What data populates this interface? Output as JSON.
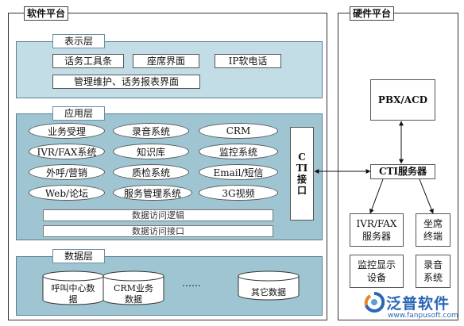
{
  "software_panel": {
    "title": "软件平台"
  },
  "hardware_panel": {
    "title": "硬件平台"
  },
  "presentation_layer": {
    "title": "表示层",
    "items": [
      "话务工具条",
      "座席界面",
      "IP软电话",
      "管理维护、话务报表界面"
    ]
  },
  "application_layer": {
    "title": "应用层",
    "modules": [
      "业务受理",
      "录音系统",
      "CRM",
      "IVR/FAX系统",
      "知识库",
      "监控系统",
      "外呼/营销",
      "质检系统",
      "Email/短信",
      "Web/论坛",
      "服务管理系统",
      "3G视频"
    ],
    "bars": [
      "数据访问逻辑",
      "数据访问接口"
    ],
    "cti_interface": "CTI接口"
  },
  "data_layer": {
    "title": "数据层",
    "stores": [
      "呼叫中心数据",
      "CRM业务数据",
      "其它数据"
    ],
    "ellipsis": "……"
  },
  "hardware": {
    "pbx": "PBX/ACD",
    "cti_server": "CTI服务器",
    "ivr_fax_server": "IVR/FAX服务器",
    "agent_terminal": "坐席终端",
    "monitor_display": "监控显示设备",
    "recording_system": "录音系统"
  },
  "logo": {
    "name": "泛普软件",
    "url": "www.fanpusoft.com"
  },
  "colors": {
    "band_fill": "#9fc5d3",
    "band_border": "#5a7f93",
    "logo_blue": "#2a66b3"
  }
}
